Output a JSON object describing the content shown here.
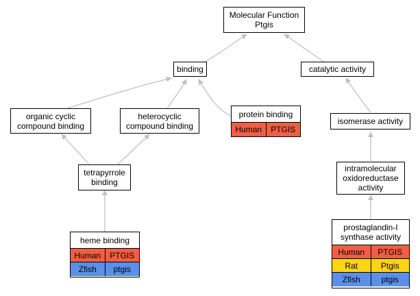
{
  "colors": {
    "edge": "#c0c0c0",
    "species": {
      "Human": "#f25e45",
      "Rat": "#ffd414",
      "Zfish": "#5b8fe8"
    }
  },
  "nodes": {
    "molecular_function": {
      "label": "Molecular Function\nPtgis"
    },
    "binding": {
      "label": "binding"
    },
    "catalytic_activity": {
      "label": "catalytic activity"
    },
    "organic_cyclic": {
      "label": "organic cyclic\ncompound binding"
    },
    "heterocyclic": {
      "label": "heterocyclic\ncompound binding"
    },
    "isomerase": {
      "label": "isomerase activity"
    },
    "tetrapyrrole": {
      "label": "tetrapyrrole\nbinding"
    },
    "intramolecular": {
      "label": "intramolecular\noxidoreductase\nactivity"
    }
  },
  "annotated": {
    "protein_binding": {
      "label": "protein binding",
      "rows": [
        {
          "species": "Human",
          "gene": "PTGIS"
        }
      ]
    },
    "heme_binding": {
      "label": "heme binding",
      "rows": [
        {
          "species": "Human",
          "gene": "PTGIS"
        },
        {
          "species": "Zfish",
          "gene": "ptgis"
        }
      ]
    },
    "prostaglandin": {
      "label": "prostaglandin-I\nsynthase activity",
      "rows": [
        {
          "species": "Human",
          "gene": "PTGIS"
        },
        {
          "species": "Rat",
          "gene": "Ptgis"
        },
        {
          "species": "Zfish",
          "gene": "ptgis"
        }
      ]
    }
  }
}
